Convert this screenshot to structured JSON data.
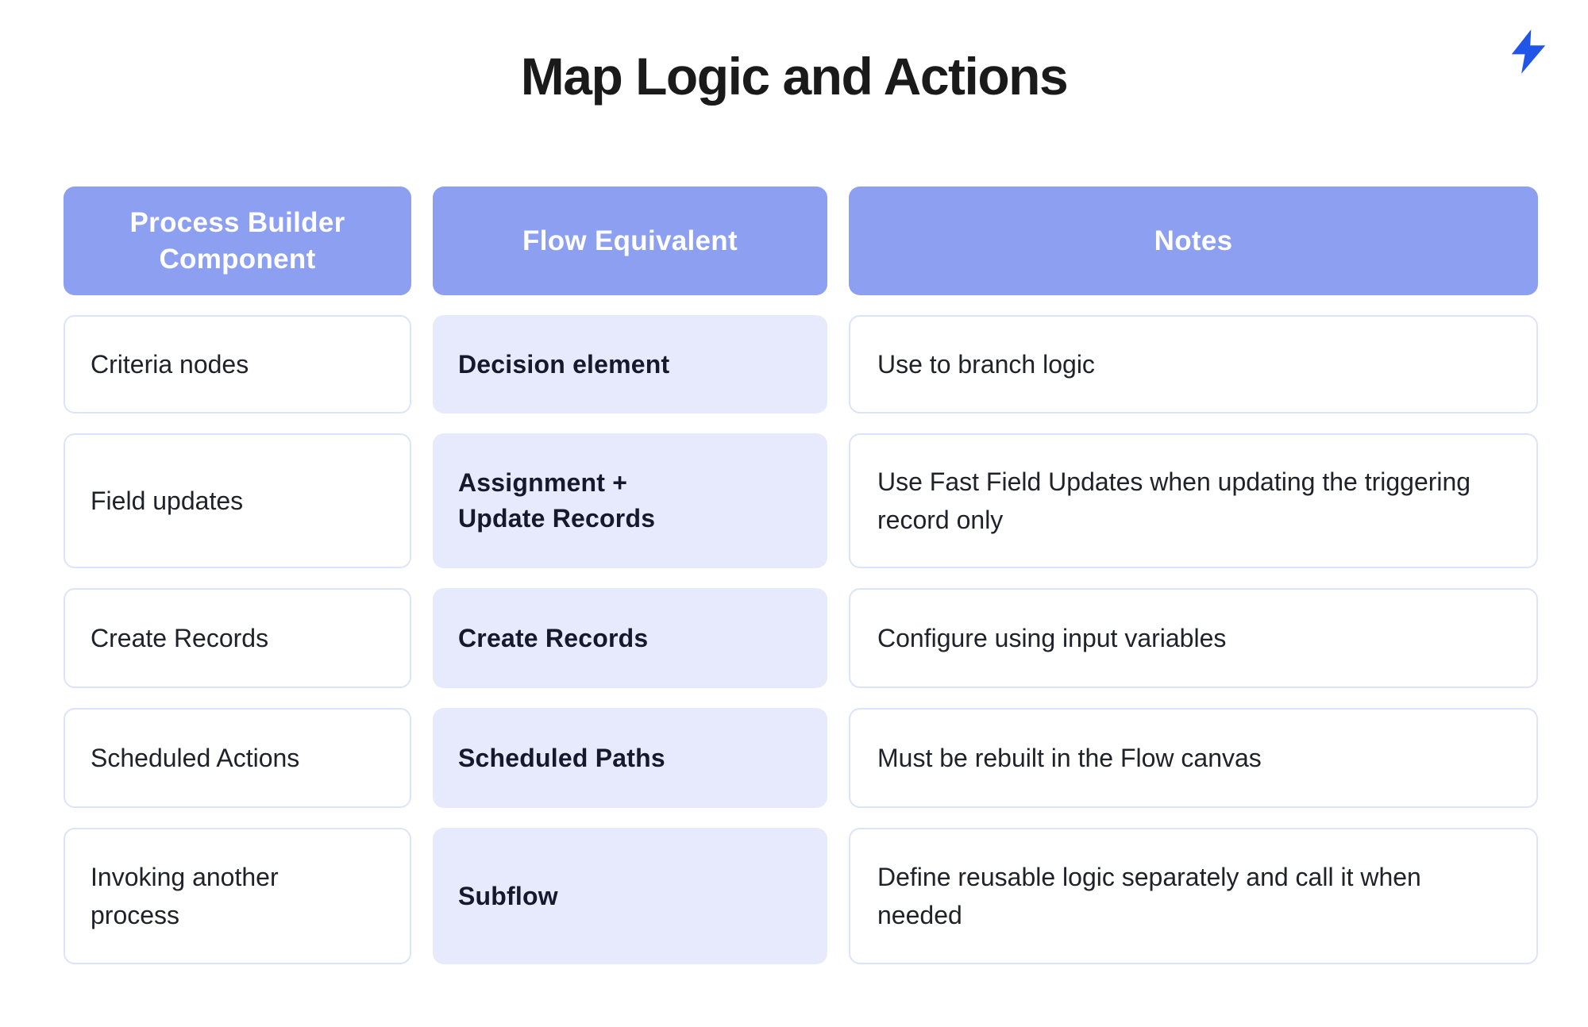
{
  "title": "Map Logic and Actions",
  "brand": {
    "icon": "lightning-bolt-icon"
  },
  "colors": {
    "header_bg": "#8c9ff0",
    "flow_cell_bg": "#e7eafc",
    "cell_border": "#dbe4f8",
    "title_text": "#1a1a1a",
    "body_text": "#20222a",
    "accent": "#2155e8"
  },
  "chart_data": {
    "type": "table",
    "title": "Map Logic and Actions",
    "columns": [
      "Process Builder Component",
      "Flow Equivalent",
      "Notes"
    ],
    "rows": [
      [
        "Criteria nodes",
        "Decision element",
        "Use to branch logic"
      ],
      [
        "Field updates",
        "Assignment + Update Records",
        "Use Fast Field Updates when updating the triggering record only"
      ],
      [
        "Create Records",
        "Create Records",
        "Configure using input variables"
      ],
      [
        "Scheduled Actions",
        "Scheduled Paths",
        "Must be rebuilt in the Flow canvas"
      ],
      [
        "Invoking another process",
        "Subflow",
        "Define reusable logic separately and call it when needed"
      ]
    ],
    "layout": {
      "header_style": "periwinkle pills",
      "grid": "rounded card cells, white and lavender"
    }
  },
  "table": {
    "headers": [
      "Process Builder Component",
      "Flow Equivalent",
      "Notes"
    ],
    "rows": [
      {
        "component": "Criteria nodes",
        "flow": "Decision element",
        "notes": "Use to branch logic"
      },
      {
        "component": "Field updates",
        "flow": "Assignment +\nUpdate Records",
        "notes": "Use Fast Field Updates when updating the triggering record only"
      },
      {
        "component": "Create Records",
        "flow": "Create Records",
        "notes": "Configure using input variables"
      },
      {
        "component": "Scheduled Actions",
        "flow": "Scheduled Paths",
        "notes": "Must be rebuilt in the Flow canvas"
      },
      {
        "component": "Invoking another process",
        "flow": "Subflow",
        "notes": "Define reusable logic separately and call it when needed"
      }
    ]
  }
}
